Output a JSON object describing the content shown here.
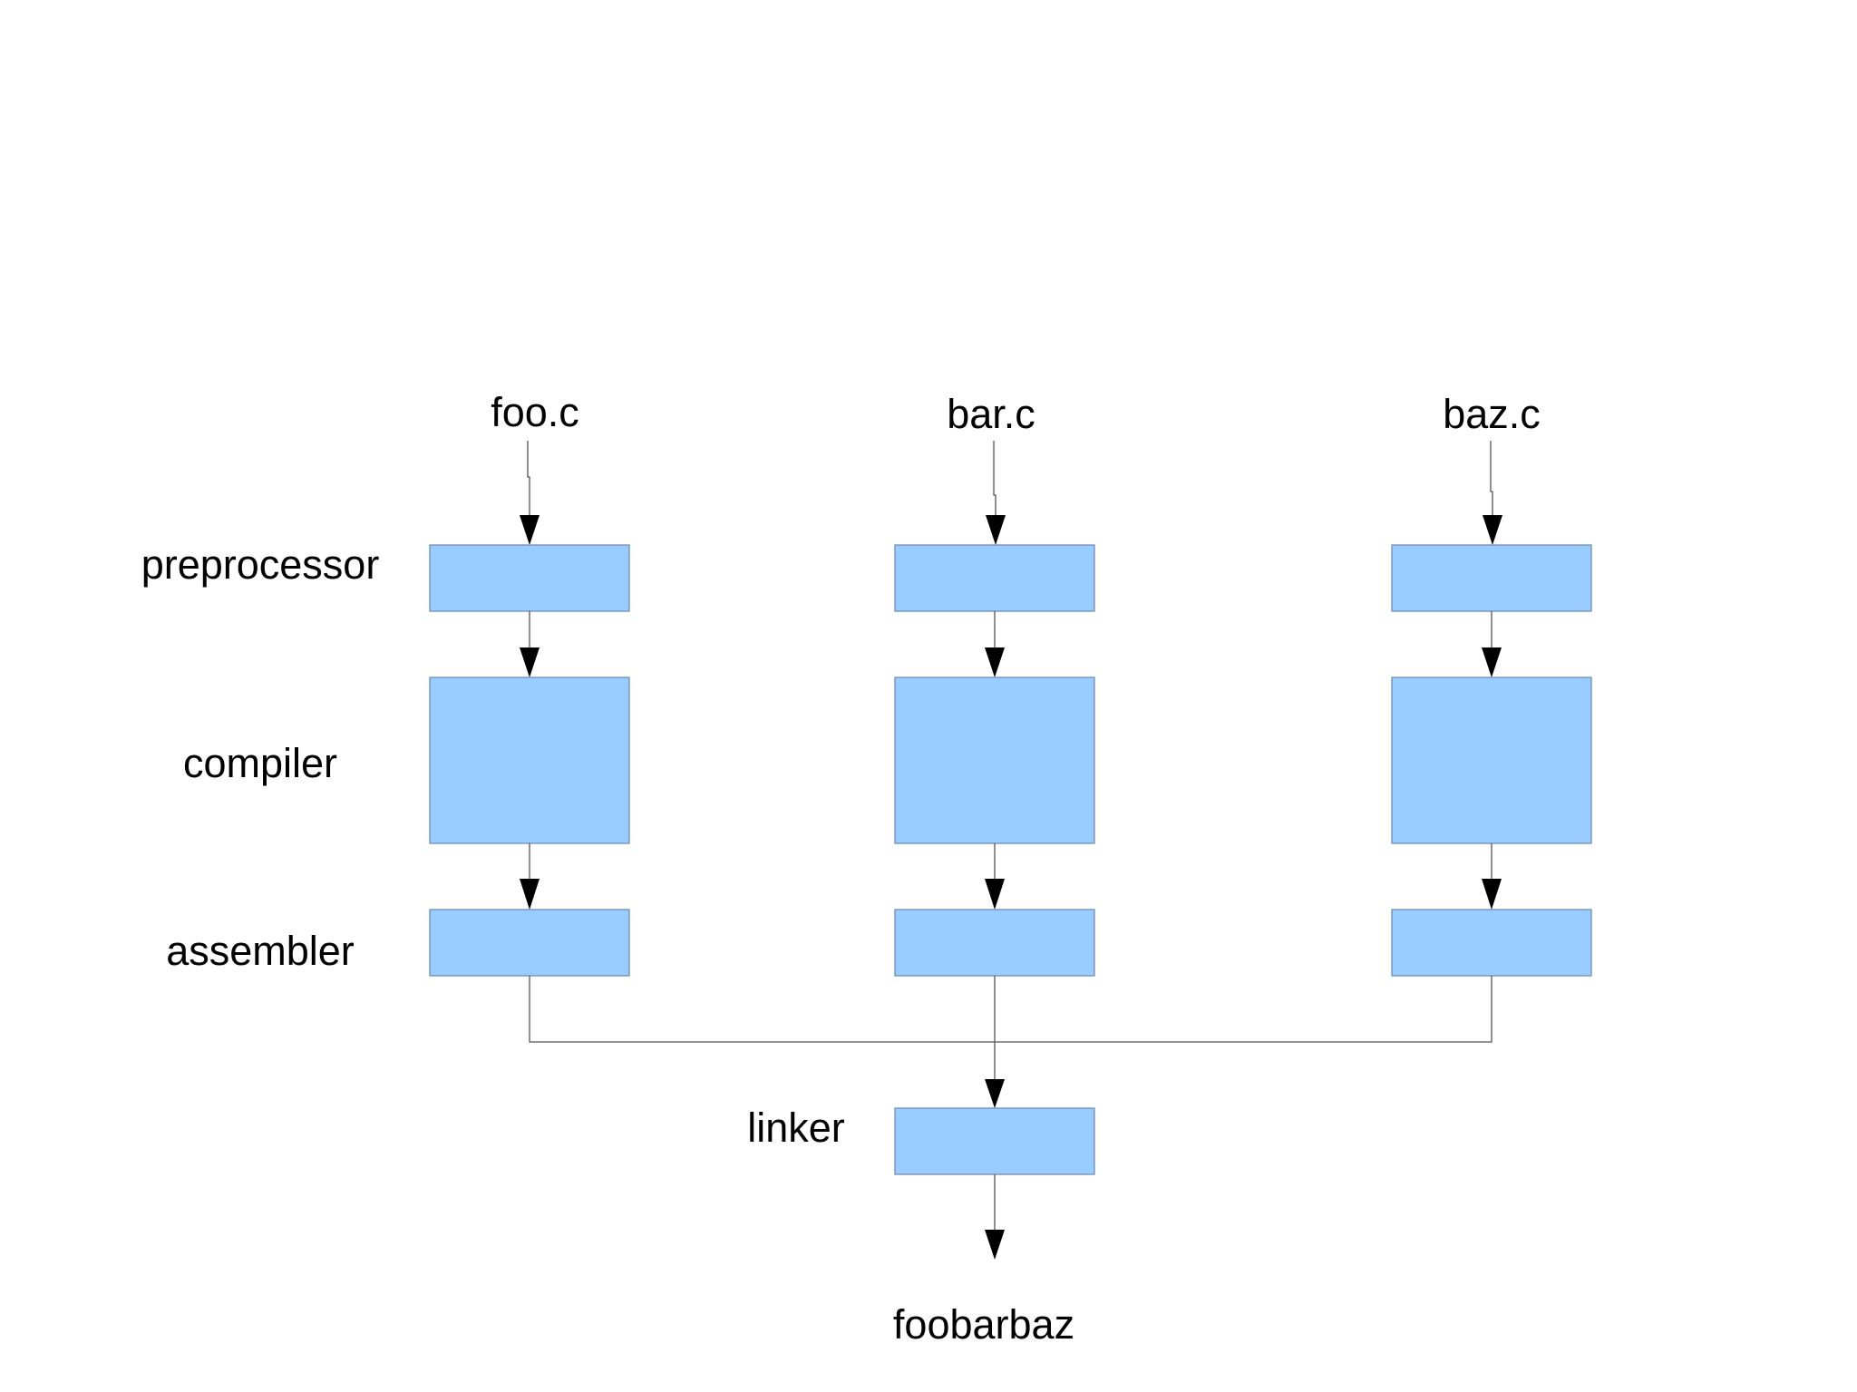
{
  "diagram": {
    "sources": {
      "foo": "foo.c",
      "bar": "bar.c",
      "baz": "baz.c"
    },
    "stages": {
      "preprocessor": "preprocessor",
      "compiler": "compiler",
      "assembler": "assembler",
      "linker": "linker"
    },
    "output": "foobarbaz"
  },
  "colors": {
    "box_fill": "#99ccff",
    "box_stroke": "#6f8fb0",
    "connector": "#555555",
    "text": "#000000"
  }
}
